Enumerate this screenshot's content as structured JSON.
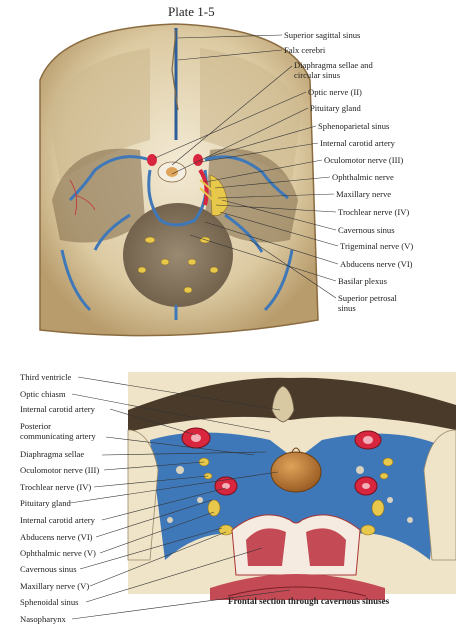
{
  "plate": {
    "title": "Plate 1-5"
  },
  "top_figure": {
    "labels": [
      "Superior sagittal sinus",
      "Falx cerebri",
      "Diaphragma sellae and",
      "circular sinus",
      "Optic nerve (II)",
      "Pituitary gland",
      "Sphenoparietal sinus",
      "Internal carotid artery",
      "Oculomotor nerve (III)",
      "Ophthalmic nerve",
      "Maxillary nerve",
      "Trochlear nerve (IV)",
      "Cavernous sinus",
      "Trigeminal nerve (V)",
      "Abducens nerve (VI)",
      "Basilar plexus",
      "Superior petrosal",
      "sinus"
    ]
  },
  "bottom_figure": {
    "labels": [
      "Third ventricle",
      "Optic chiasm",
      "Internal carotid artery",
      "Posterior",
      "communicating artery",
      "Diaphragma sellae",
      "Oculomotor nerve (III)",
      "Trochlear nerve (IV)",
      "Pituitary gland",
      "Internal carotid artery",
      "Abducens nerve (VI)",
      "Ophthalmic nerve (V)",
      "Cavernous sinus",
      "Maxillary nerve (V)",
      "Sphenoidal sinus",
      "Nasopharynx"
    ],
    "caption": "Frontal section through cavernous sinuses"
  },
  "colors": {
    "bone": "#e9dcc0",
    "dura": "#d7c39a",
    "venous_blue": "#3f78b8",
    "artery_red": "#d7263d",
    "nerve_yellow": "#e8c84a",
    "pituitary": "#c4823b",
    "brain_gray": "#8a7a63",
    "mucosa": "#c44a55"
  }
}
